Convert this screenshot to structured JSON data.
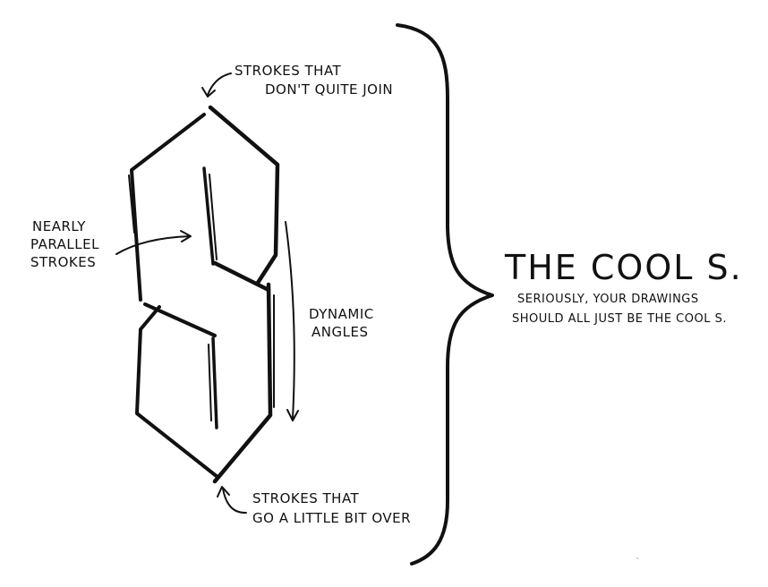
{
  "title": "THE COOL S.",
  "subtitle": {
    "line1": "SERIOUSLY, YOUR DRAWINGS",
    "line2": "SHOULD ALL JUST BE THE COOL S."
  },
  "annotations": {
    "top": {
      "line1": "STROKES THAT",
      "line2": "DON'T QUITE JOIN"
    },
    "left": {
      "line1": "NEARLY",
      "line2": "PARALLEL",
      "line3": "STROKES"
    },
    "right": {
      "line1": "DYNAMIC",
      "line2": "ANGLES"
    },
    "bottom": {
      "line1": "STROKES THAT",
      "line2": "GO A LITTLE BIT OVER"
    }
  },
  "colors": {
    "ink": "#111111",
    "paper": "#ffffff"
  }
}
